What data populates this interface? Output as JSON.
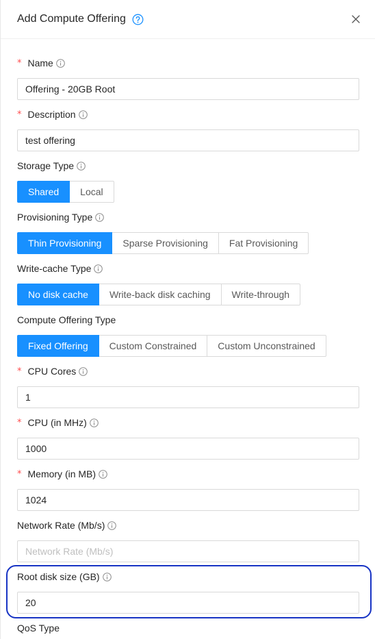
{
  "header": {
    "title": "Add Compute Offering"
  },
  "fields": {
    "name": {
      "label": "Name",
      "value": "Offering - 20GB Root"
    },
    "description": {
      "label": "Description",
      "value": "test offering"
    },
    "storage_type": {
      "label": "Storage Type",
      "options": [
        "Shared",
        "Local"
      ],
      "selected": "Shared"
    },
    "provisioning_type": {
      "label": "Provisioning Type",
      "options": [
        "Thin Provisioning",
        "Sparse Provisioning",
        "Fat Provisioning"
      ],
      "selected": "Thin Provisioning"
    },
    "write_cache_type": {
      "label": "Write-cache Type",
      "options": [
        "No disk cache",
        "Write-back disk caching",
        "Write-through"
      ],
      "selected": "No disk cache"
    },
    "compute_offering_type": {
      "label": "Compute Offering Type",
      "options": [
        "Fixed Offering",
        "Custom Constrained",
        "Custom Unconstrained"
      ],
      "selected": "Fixed Offering"
    },
    "cpu_cores": {
      "label": "CPU Cores",
      "value": "1"
    },
    "cpu_mhz": {
      "label": "CPU (in MHz)",
      "value": "1000"
    },
    "memory": {
      "label": "Memory (in MB)",
      "value": "1024"
    },
    "network_rate": {
      "label": "Network Rate (Mb/s)",
      "value": "",
      "placeholder": "Network Rate (Mb/s)"
    },
    "root_disk_size": {
      "label": "Root disk size (GB)",
      "value": "20"
    },
    "qos_type": {
      "label": "QoS Type"
    }
  },
  "required_marker": "*",
  "colors": {
    "primary": "#1890ff",
    "required": "#ff4d4f",
    "highlight": "#1733c4",
    "border": "#d9d9d9"
  }
}
